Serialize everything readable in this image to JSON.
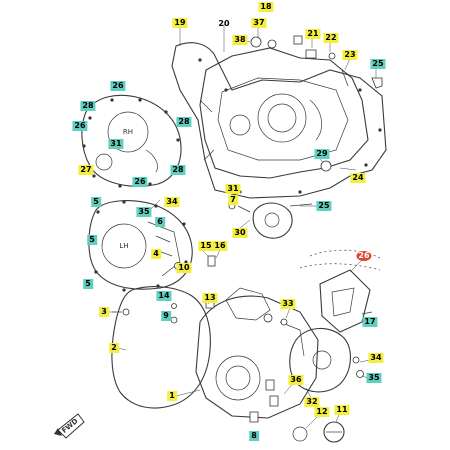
{
  "colors": {
    "yellow": "#f4ee3c",
    "teal": "#5fcfc0",
    "red": "#e0432f",
    "line": "#3a3a3a"
  },
  "cover_labels": {
    "rh": "RH",
    "lh": "LH"
  },
  "fwd_label": "FWD",
  "callouts": [
    {
      "id": "c18",
      "text": "18",
      "color": "yellow"
    },
    {
      "id": "c19",
      "text": "19",
      "color": "yellow"
    },
    {
      "id": "c20",
      "text": "20",
      "color": "none"
    },
    {
      "id": "c37",
      "text": "37",
      "color": "yellow"
    },
    {
      "id": "c38",
      "text": "38",
      "color": "yellow"
    },
    {
      "id": "c21",
      "text": "21",
      "color": "yellow"
    },
    {
      "id": "c22",
      "text": "22",
      "color": "yellow"
    },
    {
      "id": "c23",
      "text": "23",
      "color": "yellow"
    },
    {
      "id": "c25top",
      "text": "25",
      "color": "teal"
    },
    {
      "id": "c26a",
      "text": "26",
      "color": "teal"
    },
    {
      "id": "c28a",
      "text": "28",
      "color": "teal"
    },
    {
      "id": "c26b",
      "text": "26",
      "color": "teal"
    },
    {
      "id": "c28b",
      "text": "28",
      "color": "teal"
    },
    {
      "id": "c31",
      "text": "31",
      "color": "teal"
    },
    {
      "id": "c27",
      "text": "27",
      "color": "yellow"
    },
    {
      "id": "c26c",
      "text": "26",
      "color": "teal"
    },
    {
      "id": "c28c",
      "text": "28",
      "color": "teal"
    },
    {
      "id": "c29",
      "text": "29",
      "color": "teal"
    },
    {
      "id": "c24",
      "text": "24",
      "color": "yellow"
    },
    {
      "id": "c31b",
      "text": "31",
      "color": "yellow"
    },
    {
      "id": "c7",
      "text": "7",
      "color": "yellow"
    },
    {
      "id": "c25mid",
      "text": "25",
      "color": "teal"
    },
    {
      "id": "c30",
      "text": "30",
      "color": "yellow"
    },
    {
      "id": "c5a",
      "text": "5",
      "color": "teal"
    },
    {
      "id": "c35",
      "text": "35",
      "color": "teal"
    },
    {
      "id": "c34",
      "text": "34",
      "color": "yellow"
    },
    {
      "id": "c6",
      "text": "6",
      "color": "teal"
    },
    {
      "id": "c5b",
      "text": "5",
      "color": "teal"
    },
    {
      "id": "c4",
      "text": "4",
      "color": "yellow"
    },
    {
      "id": "c5c",
      "text": "5",
      "color": "teal"
    },
    {
      "id": "c10",
      "text": "10",
      "color": "yellow"
    },
    {
      "id": "c15",
      "text": "15",
      "color": "yellow"
    },
    {
      "id": "c16",
      "text": "16",
      "color": "yellow"
    },
    {
      "id": "c14",
      "text": "14",
      "color": "teal"
    },
    {
      "id": "c13",
      "text": "13",
      "color": "yellow"
    },
    {
      "id": "c9",
      "text": "9",
      "color": "teal"
    },
    {
      "id": "c3",
      "text": "3",
      "color": "yellow"
    },
    {
      "id": "c33",
      "text": "33",
      "color": "yellow"
    },
    {
      "id": "c2",
      "text": "2",
      "color": "yellow"
    },
    {
      "id": "c17",
      "text": "17",
      "color": "teal"
    },
    {
      "id": "c32",
      "text": "32",
      "color": "yellow"
    },
    {
      "id": "c36",
      "text": "36",
      "color": "yellow"
    },
    {
      "id": "c1",
      "text": "1",
      "color": "yellow"
    },
    {
      "id": "c12",
      "text": "12",
      "color": "yellow"
    },
    {
      "id": "c11",
      "text": "11",
      "color": "yellow"
    },
    {
      "id": "c34b",
      "text": "34",
      "color": "yellow"
    },
    {
      "id": "c35b",
      "text": "35",
      "color": "teal"
    },
    {
      "id": "c8",
      "text": "8",
      "color": "teal"
    },
    {
      "id": "c26red",
      "text": "26",
      "color": "red"
    }
  ]
}
